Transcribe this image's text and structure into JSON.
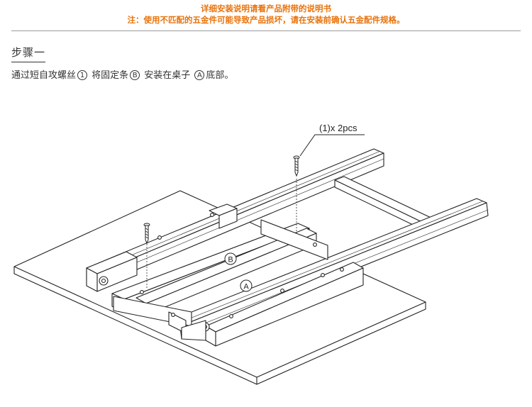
{
  "notice": {
    "line1": "详细安装说明请看产品附带的说明书",
    "line2": "注：使用不匹配的五金件可能导致产品损坏，请在安装前确认五金配件规格。"
  },
  "step": {
    "title": "步骤一",
    "instruction": {
      "part1": "通过短自攻螺丝",
      "marker_screw": "1",
      "part2": " 将固定条",
      "marker_bar": "B",
      "part3": " 安装在桌子 ",
      "marker_table": "A",
      "part4": "底部。"
    }
  },
  "diagram": {
    "screw_callout": "(1)x 2pcs",
    "label_bar": "B",
    "label_table": "A"
  }
}
